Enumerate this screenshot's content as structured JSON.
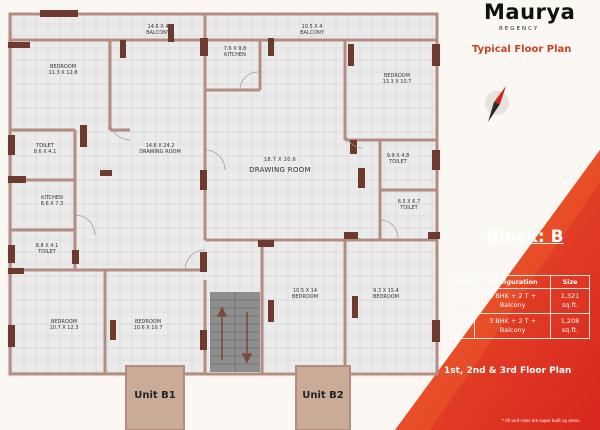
{
  "brand": {
    "name": "Maurya",
    "subtitle": "REGENCY",
    "plan_title": "Typical Floor Plan"
  },
  "rooms": [
    {
      "id": "bedroom-1",
      "label": "BEDROOM",
      "size": "11.3 X 12.8"
    },
    {
      "id": "balcony-1",
      "label": "BALCONY",
      "size": "14.6 X 4"
    },
    {
      "id": "kitchen-1",
      "label": "KITCHEN",
      "size": "7.6 X 9.8"
    },
    {
      "id": "balcony-2",
      "label": "BALCONY",
      "size": "10.5 X 4"
    },
    {
      "id": "bedroom-2",
      "label": "BEDROOM",
      "size": "13.3 X 10.7"
    },
    {
      "id": "toilet-1",
      "label": "TOILET",
      "size": "8.6 X 4.1"
    },
    {
      "id": "drawing-room-1",
      "label": "DRAWING ROOM",
      "size": "14.6 X 24.2"
    },
    {
      "id": "drawing-room-2",
      "label": "DRAWING ROOM",
      "size": "18.7 X 20.6"
    },
    {
      "id": "toilet-2",
      "label": "TOILET",
      "size": "9.9 X 4.8"
    },
    {
      "id": "kitchen-2",
      "label": "KITCHEN",
      "size": "8.6 X 7.3"
    },
    {
      "id": "toilet-3",
      "label": "TOILET",
      "size": "6.5 X 6.7"
    },
    {
      "id": "toilet-4",
      "label": "TOILET",
      "size": "8.8 X 4.1"
    },
    {
      "id": "bedroom-3",
      "label": "BEDROOM",
      "size": "10.5 X 14"
    },
    {
      "id": "bedroom-4",
      "label": "BEDROOM",
      "size": "9.3 X 15.4"
    },
    {
      "id": "bedroom-5",
      "label": "BEDROOM",
      "size": "10.7 X 12.3"
    },
    {
      "id": "bedroom-6",
      "label": "BEDROOM",
      "size": "10.6 X 10.7"
    }
  ],
  "units": {
    "b1": "Unit B1",
    "b2": "Unit B2"
  },
  "block": {
    "title": "Block: B",
    "headers": [
      "Unit",
      "Configuration",
      "Size"
    ],
    "rows": [
      {
        "unit": "B 1",
        "config": "3 BHK + 2 T + Balcony",
        "size": "1,321 sq.ft."
      },
      {
        "unit": "B 2",
        "config": "3 BHK + 2 T + Balcony",
        "size": "1,208 sq.ft."
      }
    ],
    "floor_plan": "1st, 2nd & 3rd Floor Plan",
    "footnote": "* All unit sizes are super built up areas."
  },
  "colors": {
    "accent": "#e8402a",
    "wall": "#b58c81",
    "door": "#6e3a2d",
    "floor": "#e9e9ea",
    "stair": "#8e8e8e"
  }
}
